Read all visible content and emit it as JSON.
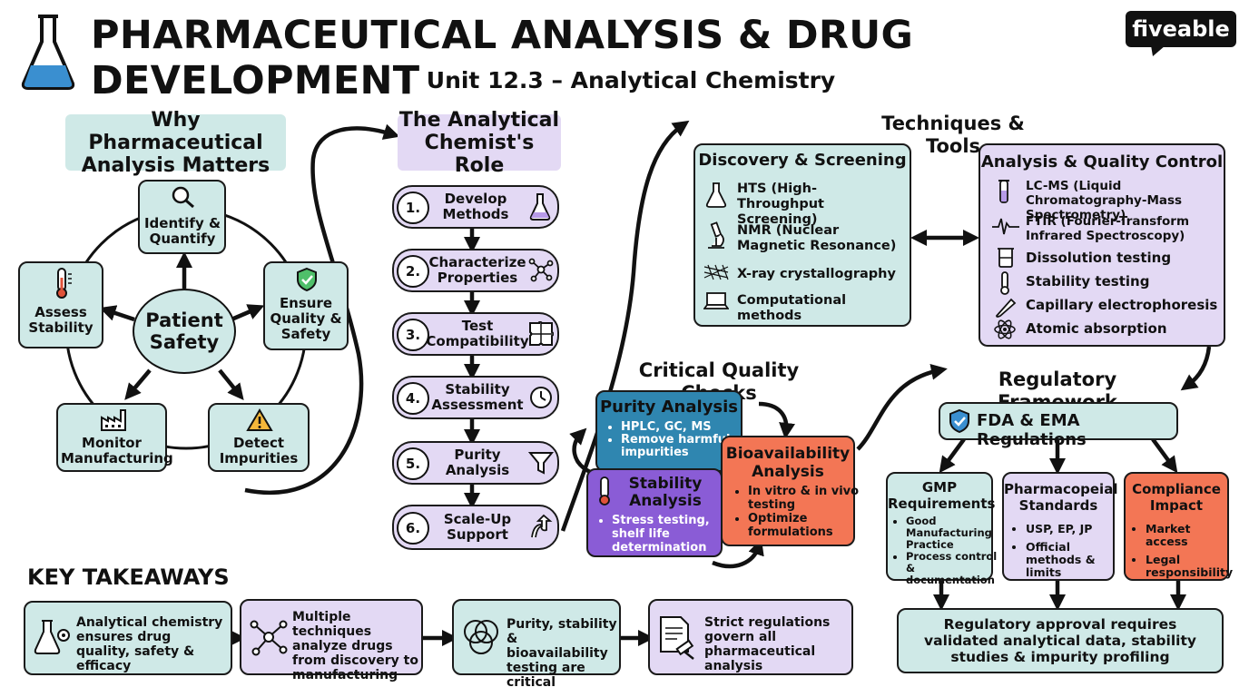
{
  "header": {
    "title": "PHARMACEUTICAL ANALYSIS & DRUG DEVELOPMENT",
    "subtitle": "Unit 12.3 – Analytical Chemistry",
    "logo": "fiveable"
  },
  "why": {
    "heading": "Why Pharmaceutical Analysis Matters",
    "center": "Patient Safety",
    "nodes": {
      "identify": "Identify & Quantify",
      "ensure": "Ensure Quality & Safety",
      "detect": "Detect Impurities",
      "monitor": "Monitor Manufacturing",
      "assess": "Assess Stability"
    }
  },
  "role": {
    "heading": "The Analytical Chemist's Role",
    "steps": [
      {
        "num": "1.",
        "label": "Develop Methods",
        "icon": "flask-icon"
      },
      {
        "num": "2.",
        "label": "Characterize Properties",
        "icon": "molecule-icon"
      },
      {
        "num": "3.",
        "label": "Test Compatibility",
        "icon": "puzzle-icon"
      },
      {
        "num": "4.",
        "label": "Stability Assessment",
        "icon": "clock-icon"
      },
      {
        "num": "5.",
        "label": "Purity Analysis",
        "icon": "funnel-icon"
      },
      {
        "num": "6.",
        "label": "Scale-Up Support",
        "icon": "trend-arrow-icon"
      }
    ]
  },
  "techniques": {
    "heading": "Techniques & Tools",
    "discovery": {
      "heading": "Discovery & Screening",
      "items": [
        "HTS (High-Throughput Screening)",
        "NMR (Nuclear Magnetic Resonance)",
        "X-ray crystallography",
        "Computational methods"
      ]
    },
    "analysis": {
      "heading": "Analysis & Quality Control",
      "items": [
        "LC-MS (Liquid Chromatography-Mass Spectrometry)",
        "FTIR (Fourier-Transform Infrared Spectroscopy)",
        "Dissolution testing",
        "Stability testing",
        "Capillary electrophoresis",
        "Atomic absorption"
      ]
    }
  },
  "checks": {
    "heading": "Critical Quality Checks",
    "purity": {
      "title": "Purity Analysis",
      "items": [
        "HPLC, GC, MS",
        "Remove harmful impurities"
      ]
    },
    "stability": {
      "title": "Stability Analysis",
      "items": [
        "Stress testing, shelf life determination"
      ]
    },
    "bio": {
      "title": "Bioavailability Analysis",
      "items": [
        "In vitro & in vivo testing",
        "Optimize formulations"
      ]
    }
  },
  "regulatory": {
    "heading": "Regulatory Framework",
    "top": "FDA & EMA Regulations",
    "gmp": {
      "title": "GMP Requirements",
      "items": [
        "Good Manufacturing Practice",
        "Process control & documentation"
      ]
    },
    "pharma": {
      "title": "Pharmacopeial Standards",
      "items": [
        "USP, EP, JP",
        "Official methods & limits"
      ]
    },
    "compliance": {
      "title": "Compliance Impact",
      "items": [
        "Market access",
        "Legal responsibility"
      ]
    },
    "bottom": "Regulatory approval requires validated analytical data, stability studies & impurity profiling"
  },
  "takeaways": {
    "heading": "KEY TAKEAWAYS",
    "items": [
      "Analytical chemistry ensures drug quality, safety & efficacy",
      "Multiple techniques analyze drugs from discovery to manufacturing",
      "Purity, stability & bioavailability testing are critical",
      "Strict regulations govern all pharmaceutical analysis"
    ]
  },
  "colors": {
    "teal": "#cfe9e7",
    "lavender": "#e3d9f4",
    "blue": "#2f86b0",
    "purple": "#8a5cd6",
    "orange": "#f37655",
    "outline": "#1a1a1a"
  }
}
